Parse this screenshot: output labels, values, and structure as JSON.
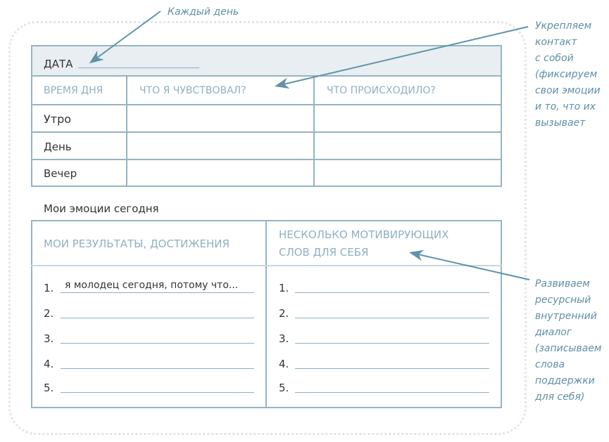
{
  "annotations": {
    "every_day": "Каждый день",
    "contact": [
      "Укрепляем",
      "контакт",
      "с собой",
      "(фиксируем",
      "свои эмоции",
      "и то, что их",
      "вызывает"
    ],
    "dialog": [
      "Развиваем",
      "ресурсный",
      "внутренний",
      "диалог",
      "(записываем",
      "слова",
      "поддержки",
      "для себя)"
    ]
  },
  "table1": {
    "date_label": "ДАТА",
    "headers": [
      "ВРЕМЯ ДНЯ",
      "ЧТО Я ЧУВСТВОВАЛ?",
      "ЧТО ПРОИСХОДИЛО?"
    ],
    "rows": [
      "Утро",
      "День",
      "Вечер"
    ]
  },
  "section_title": "Мои эмоции сегодня",
  "table2": {
    "left_header": "МОИ РЕЗУЛЬТАТЫ, ДОСТИЖЕНИЯ",
    "right_header": [
      "НЕСКОЛЬКО МОТИВИРУЮЩИХ",
      "СЛОВ ДЛЯ СЕБЯ"
    ],
    "numbers": [
      "1.",
      "2.",
      "3.",
      "4.",
      "5."
    ],
    "first_entry": "я молодец сегодня, потому что..."
  },
  "colors": {
    "border": "#94b4c4",
    "header_bg": "#e8eef2",
    "accent": "#5e93a8"
  }
}
